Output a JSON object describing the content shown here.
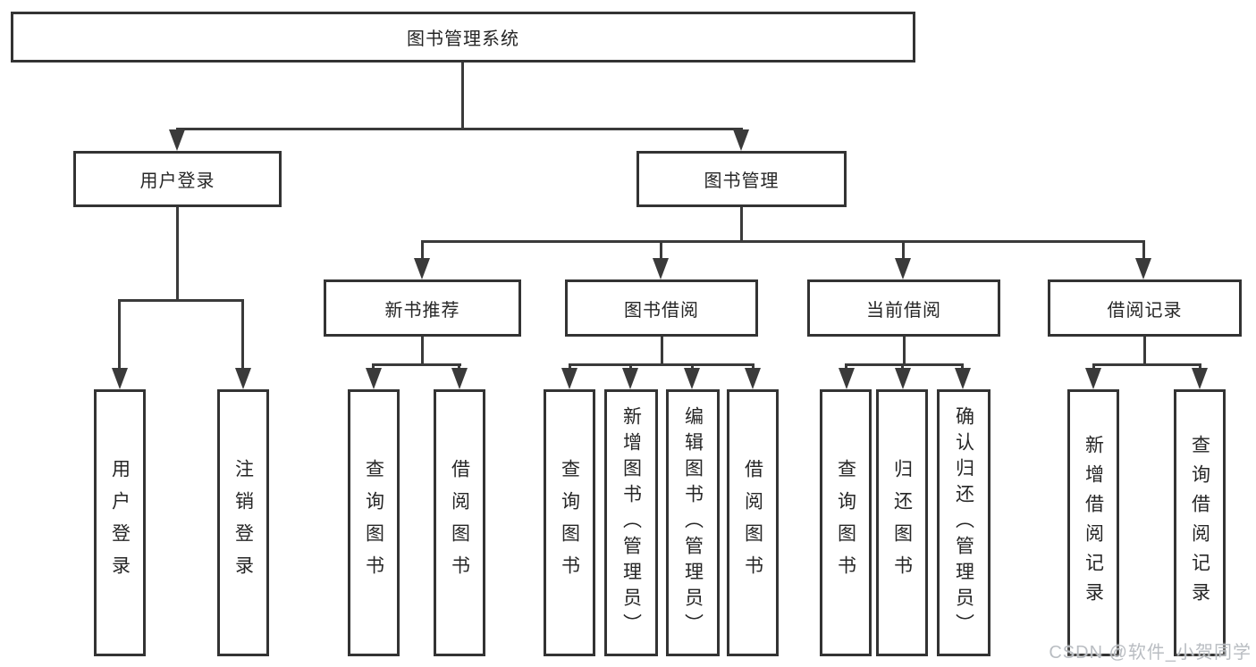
{
  "tree": {
    "label": "图书管理系统",
    "children": [
      {
        "label": "用户登录",
        "children": [
          {
            "label": "用户登录"
          },
          {
            "label": "注销登录"
          }
        ]
      },
      {
        "label": "图书管理",
        "children": [
          {
            "label": "新书推荐",
            "children": [
              {
                "label": "查询图书"
              },
              {
                "label": "借阅图书"
              }
            ]
          },
          {
            "label": "图书借阅",
            "children": [
              {
                "label": "查询图书"
              },
              {
                "label": "新增图书（管理员）"
              },
              {
                "label": "编辑图书（管理员）"
              },
              {
                "label": "借阅图书"
              }
            ]
          },
          {
            "label": "当前借阅",
            "children": [
              {
                "label": "查询图书"
              },
              {
                "label": "归还图书"
              },
              {
                "label": "确认归还（管理员）"
              }
            ]
          },
          {
            "label": "借阅记录",
            "children": [
              {
                "label": "新增借阅记录"
              },
              {
                "label": "查询借阅记录"
              }
            ]
          }
        ]
      }
    ]
  },
  "watermark": {
    "text": "CSDN @软件_小贺同学"
  },
  "colors": {
    "line": "#3a3a3a",
    "border": "#333333",
    "text": "#262626",
    "background": "#ffffff",
    "watermark": "#b9bdc2"
  }
}
